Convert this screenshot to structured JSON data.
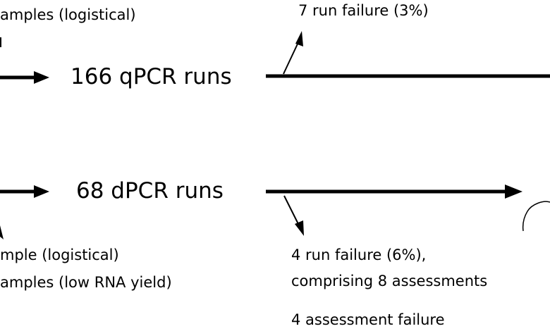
{
  "labels": {
    "top_left": "amples (logistical)",
    "qpcr_runs": "166 qPCR runs",
    "qpcr_failure": "7 run failure (3%)",
    "dpcr_runs": "68 dPCR runs",
    "bottom_left_1": "mple (logistical)",
    "bottom_left_2": "amples (low RNA yield)",
    "dpcr_failure_1": "4 run failure (6%),",
    "dpcr_failure_2": "comprising 8 assessments",
    "assessment_failure": "4 assessment failure"
  },
  "colors": {
    "ink": "#000000",
    "background": "#ffffff"
  }
}
